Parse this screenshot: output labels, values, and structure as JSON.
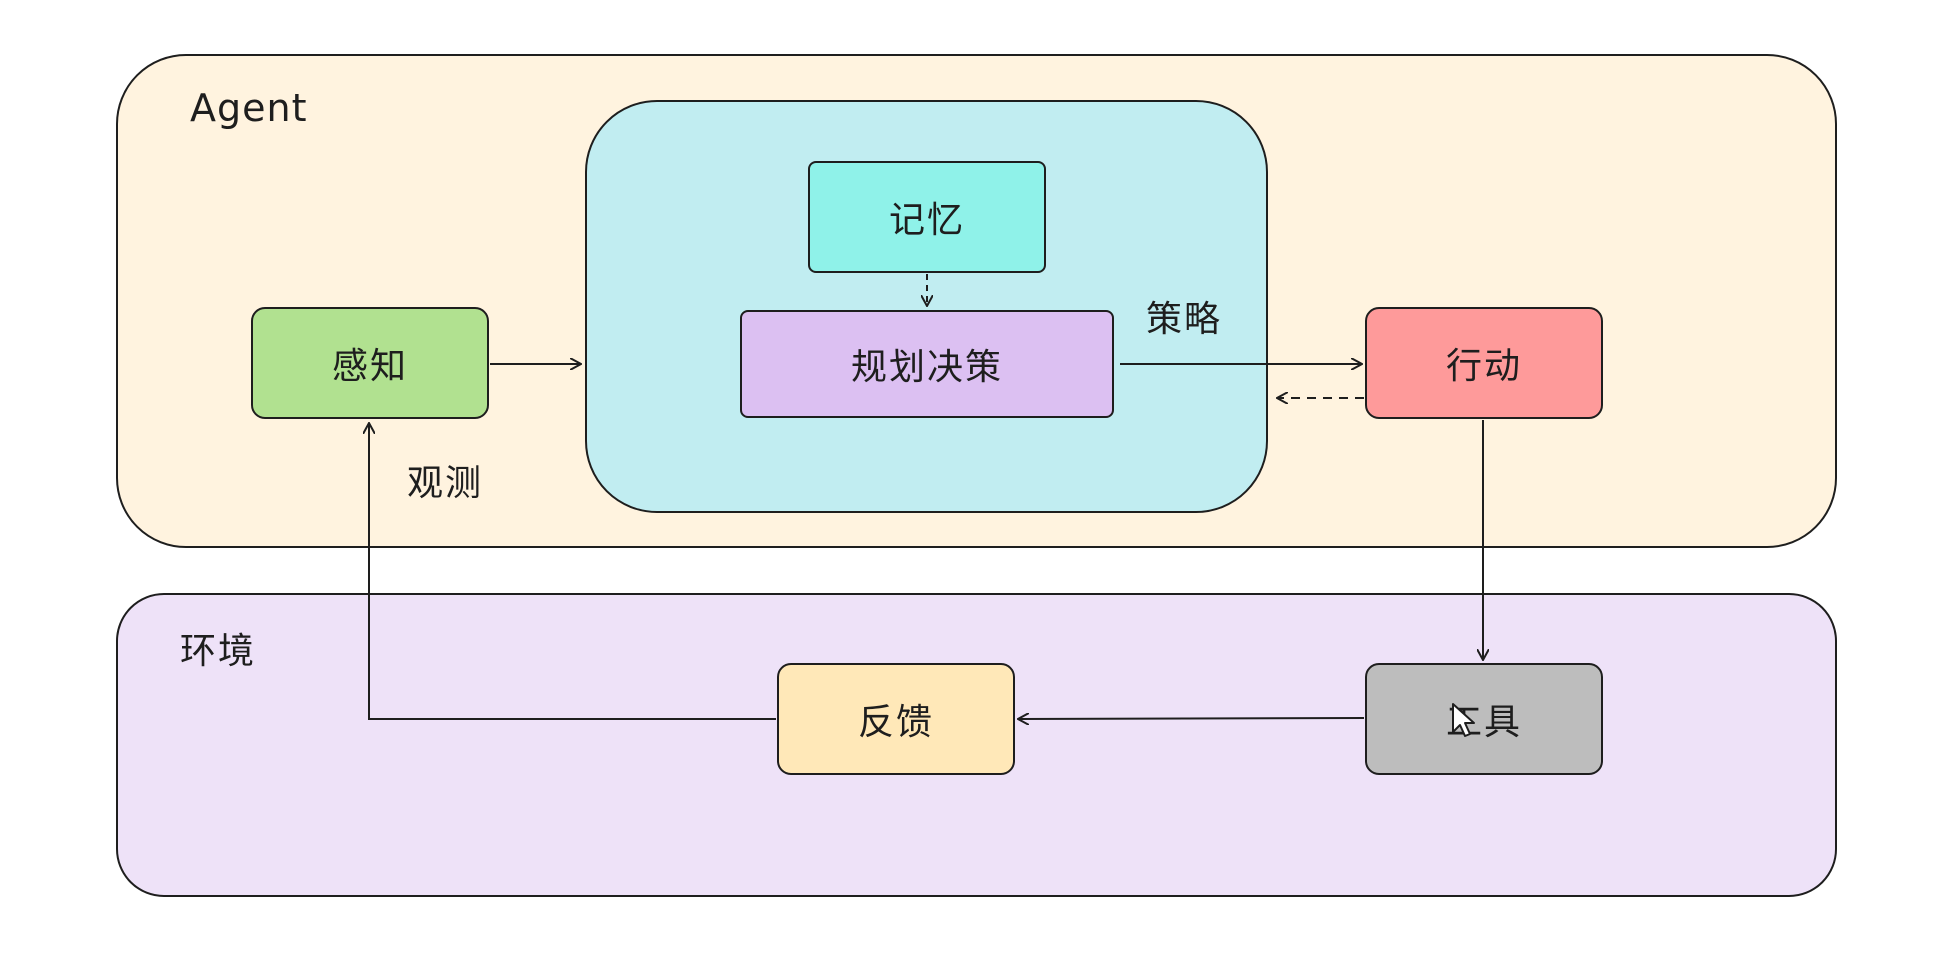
{
  "regions": {
    "agent": {
      "label": "Agent",
      "color": "#fff3df"
    },
    "environment": {
      "label": "环境",
      "color": "#eee2f8"
    },
    "policy": {
      "label": "策略",
      "color": "#c1edf1"
    }
  },
  "nodes": {
    "memory": {
      "label": "记忆",
      "color": "#8ff2e9"
    },
    "planning": {
      "label": "规划决策",
      "color": "#dcc0f2"
    },
    "perception": {
      "label": "感知",
      "color": "#b1e190"
    },
    "action": {
      "label": "行动",
      "color": "#fe9a9a"
    },
    "tool": {
      "label": "工具",
      "color": "#bdbdbd"
    },
    "feedback": {
      "label": "反馈",
      "color": "#ffe8b8"
    }
  },
  "edge_labels": {
    "observation": "观测"
  },
  "edges": [
    {
      "from": "memory",
      "to": "planning",
      "style": "dashed"
    },
    {
      "from": "perception",
      "to": "policy",
      "style": "solid"
    },
    {
      "from": "planning",
      "to": "action",
      "style": "solid"
    },
    {
      "from": "action",
      "to": "policy",
      "style": "dashed"
    },
    {
      "from": "action",
      "to": "tool",
      "style": "solid"
    },
    {
      "from": "tool",
      "to": "feedback",
      "style": "solid"
    },
    {
      "from": "feedback",
      "to": "perception",
      "style": "solid",
      "label": "观测"
    }
  ],
  "colors": {
    "stroke": "#1e1e1e"
  }
}
